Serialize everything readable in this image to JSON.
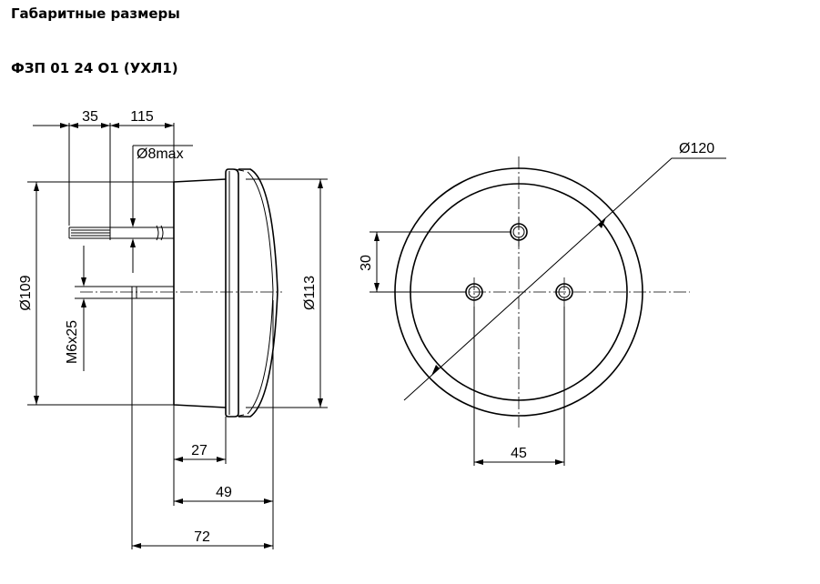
{
  "title": "Габаритные размеры",
  "subtitle": "ФЗП 01 24 О1 (УХЛ1)",
  "dimensions": {
    "cable_len": "35",
    "cable_overall": "115",
    "cable_dia": "Ø8max",
    "body_dia": "Ø109",
    "lens_dia": "Ø113",
    "thread": "M6x25",
    "flange": "27",
    "depth": "49",
    "overall": "72",
    "housing_dia": "Ø120",
    "hole_offset": "30",
    "hole_spacing": "45"
  }
}
